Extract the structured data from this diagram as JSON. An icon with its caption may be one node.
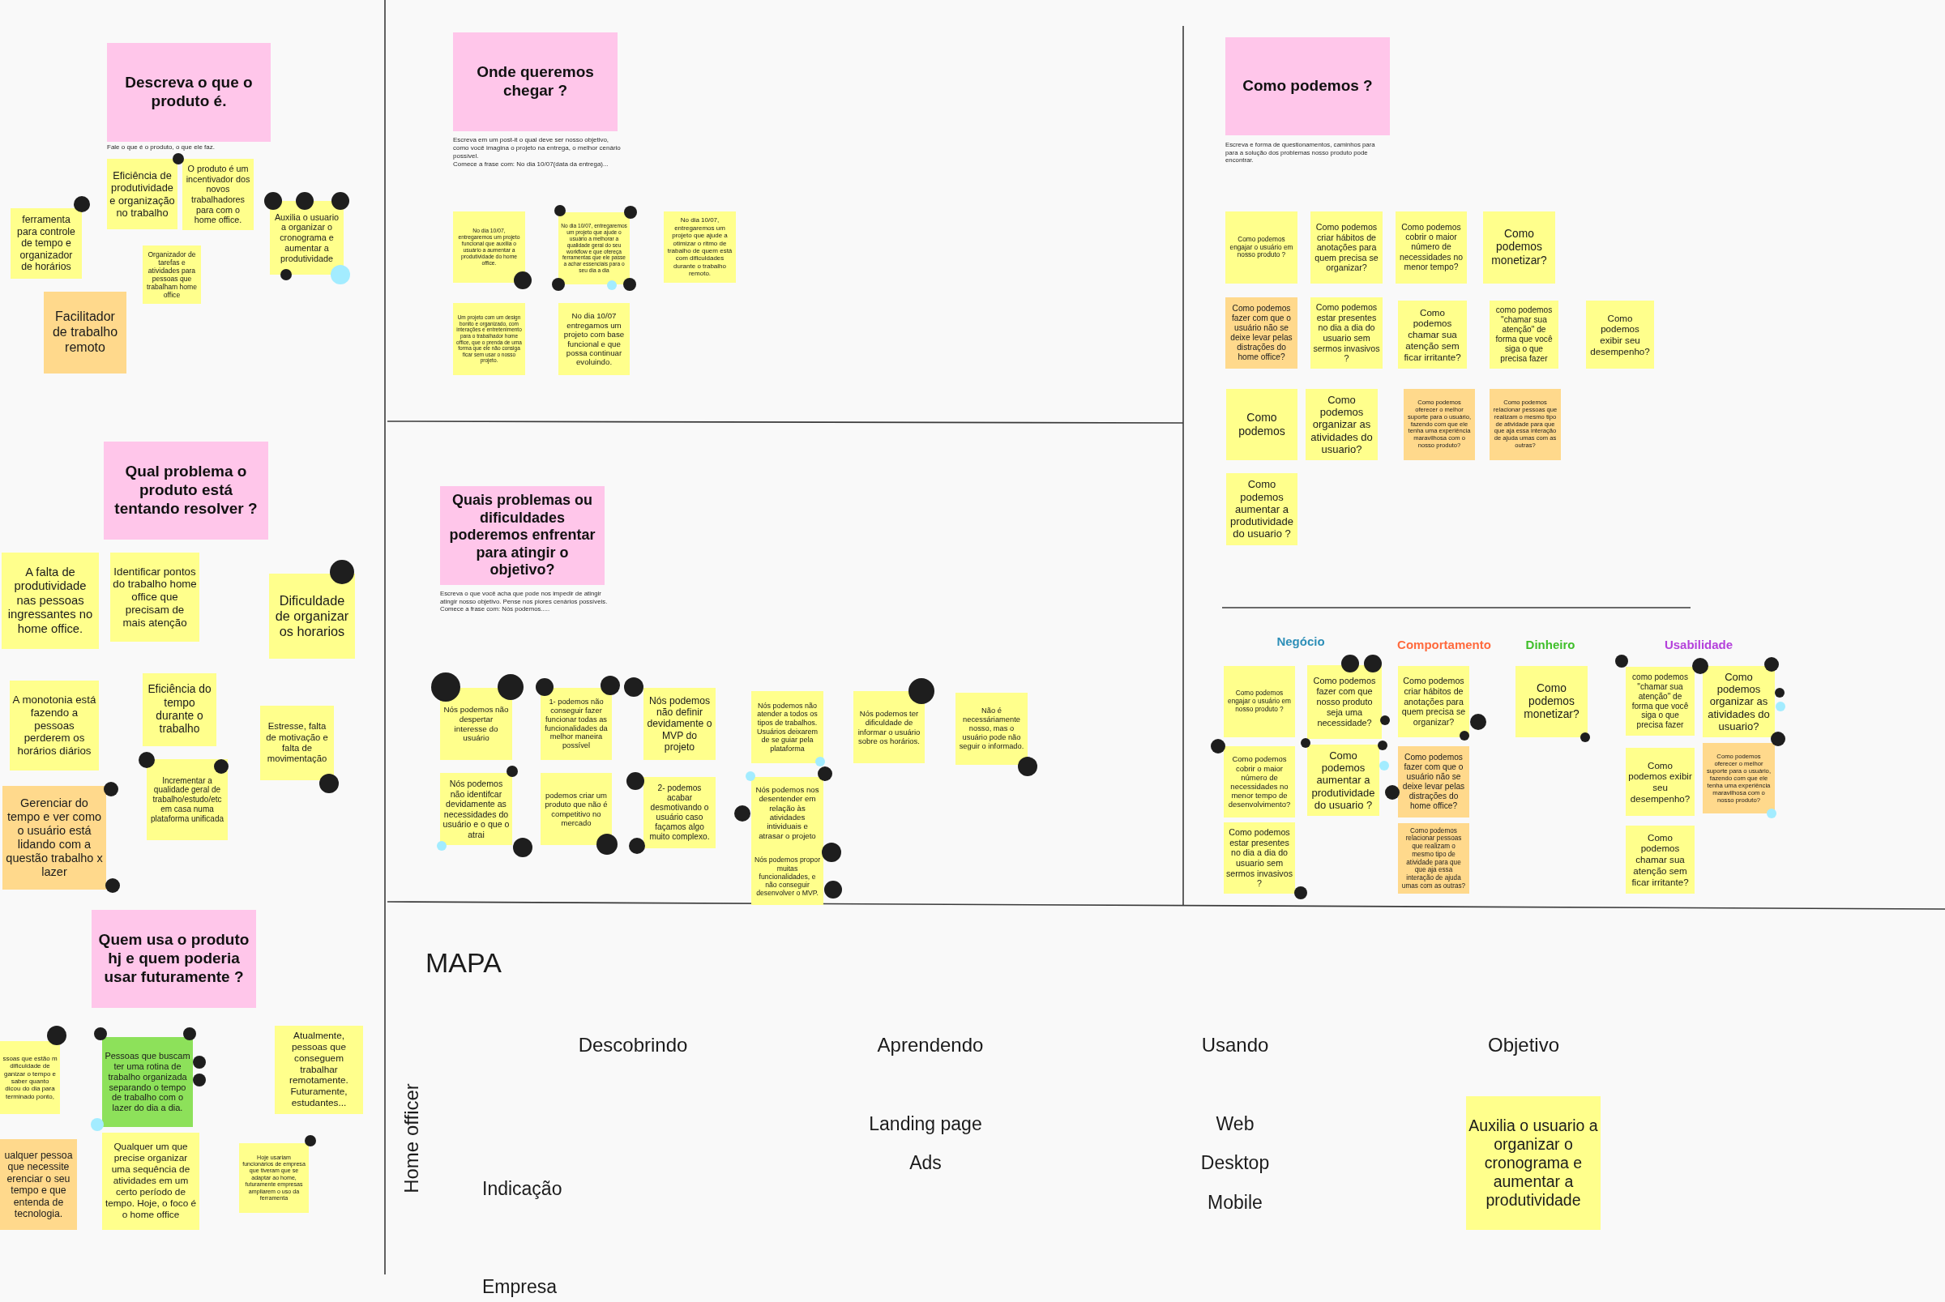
{
  "diagram": {
    "nodes": [
      {
        "text": [
          "Descreva o que o produto é."
        ],
        "beside": [
          "Fale o que é o produto, o que ele faz."
        ]
      },
      {
        "text": [
          "ferramenta para controle de tempo e organizador de horários"
        ]
      },
      {
        "text": [
          "Eficiência de produtividade e organização no trabalho"
        ]
      },
      {
        "text": [
          "O produto é um incentivador dos novos trabalhadores para com o home office."
        ]
      },
      {
        "text": [
          "Auxilia o usuario a organizar o cronograma e aumentar a produtividade"
        ]
      },
      {
        "text": [
          "Organizador de tarefas e atividades para pessoas que trabalham home office"
        ]
      },
      {
        "text": [
          "Facilitador de trabalho remoto"
        ]
      },
      {
        "text": [
          "Qual problema o produto está tentando resolver ?"
        ]
      },
      {
        "text": [
          "A falta de produtividade nas pessoas ingressantes no home office."
        ]
      },
      {
        "text": [
          "Identificar pontos do trabalho home office que precisam de mais atenção"
        ]
      },
      {
        "text": [
          "Dificuldade de organizar os horarios"
        ]
      },
      {
        "text": [
          "A monotonia está fazendo a pessoas perderem os horários diários"
        ]
      },
      {
        "text": [
          "Eficiência do tempo durante o trabalho"
        ]
      },
      {
        "text": [
          "Estresse, falta de motivação e falta de movimentação"
        ]
      },
      {
        "text": [
          "Incrementar a qualidade geral de trabalho/estudo/etc em casa numa plataforma unificada"
        ]
      },
      {
        "text": [
          "Gerenciar do tempo e ver como o usuário está lidando com a questão trabalho x lazer"
        ]
      },
      {
        "text": [
          "Quem usa o produto hj e quem poderia usar futuramente ?"
        ]
      },
      {
        "text": [
          "ssoas que estão m dificuldade de ganizar o tempo e saber quanto dicou do dia para terminado ponto,"
        ]
      },
      {
        "text": [
          "Pessoas que buscam ter uma rotina de trabalho organizada separando o tempo de trabalho com o lazer do dia a dia."
        ]
      },
      {
        "text": [
          "Atualmente, pessoas que conseguem trabalhar remotamente. Futuramente, estudantes..."
        ]
      },
      {
        "text": [
          "ualquer pessoa que necessite erenciar o seu tempo e que entenda de tecnologia."
        ]
      },
      {
        "text": [
          "Qualquer um que precise organizar uma sequência de atividades em um certo período de tempo. Hoje, o foco é o home office"
        ]
      },
      {
        "text": [
          "Hoje usariam funcionários de empresa que tiveram que se adaptar ao home, futuramente empresas ampliarem o uso da ferramenta"
        ]
      },
      {
        "text": [
          "Onde queremos chegar ?"
        ],
        "beside": [
          "Escreva em um post-it o qual deve ser nosso objetivo, como você imagina o projeto na entrega, o melhor cenário possível.",
          "Comece a frase com: No dia 10/07(data da entrega)..."
        ]
      },
      {
        "text": [
          "No dia 10/07, entregaremos um projeto funcional que auxilia o usuário a aumentar a produtividade do home office."
        ]
      },
      {
        "text": [
          "No dia 10/07, entregaremos um projeto que ajude o usuário a melhorar a qualidade geral do seu workflow e que ofereça ferramentas que ele passe a achar essenciais para o seu dia a dia"
        ]
      },
      {
        "text": [
          "No dia 10/07, entregaremos um projeto que ajude a otimizar o ritmo de trabalho de quem está com dificuldades durante o trabalho remoto."
        ]
      },
      {
        "text": [
          "Um projeto com um design bonito e organizado, com interações e entretenimento para o trabalhador home office, que o prenda de uma forma que ele não consiga ficar sem usar o nosso projeto."
        ]
      },
      {
        "text": [
          "No dia 10/07 entregamos um projeto com base funcional e que possa continuar evoluindo."
        ]
      },
      {
        "text": [
          "Quais problemas ou dificuldades poderemos enfrentar para atingir o objetivo?"
        ],
        "beside": [
          "Escreva o que você acha que pode nos impedir de atingir atingir nosso objetivo. Pense nos piores cenários possíveis.",
          "Comece a frase com: Nós podemos....."
        ]
      },
      {
        "text": [
          "Nós podemos não despertar interesse do usuário"
        ]
      },
      {
        "text": [
          "1- podemos não conseguir fazer funcionar todas as funcionalidades da melhor maneira possível"
        ]
      },
      {
        "text": [
          "Nós podemos não definir devidamente o MVP do projeto"
        ]
      },
      {
        "text": [
          "Nós podemos não atender a todos os tipos de trabalhos. Usuários deixarem de se guiar pela plataforma"
        ]
      },
      {
        "text": [
          "Nós podemos ter dificuldade de informar o usuário sobre os horários."
        ]
      },
      {
        "text": [
          "Não é necessáriamente nosso, mas o usuário pode não seguir o informado."
        ]
      },
      {
        "text": [
          "Nós podemos não identifcar devidamente as necessidades do usuário e o que o atrai"
        ]
      },
      {
        "text": [
          "podemos criar um produto que não é competitivo no mercado"
        ]
      },
      {
        "text": [
          "2- podemos acabar desmotivando o usuário caso façamos algo muito complexo."
        ]
      },
      {
        "text": [
          "Nós podemos nos desentender em relação às atividades intividuais e atrasar o projeto"
        ]
      },
      {
        "text": [
          "Nós podemos propor muitas funcionalidades, e não conseguir desenvolver o MVP."
        ]
      },
      {
        "text": [
          "Como podemos ?"
        ],
        "beside": [
          "Escreva e forma de questionamentos, caminhos para para a solução dos problemas nosso produto pode encontrar."
        ]
      },
      {
        "text": [
          "Como podemos engajar o usuário em nosso produto ?"
        ]
      },
      {
        "text": [
          "Como podemos criar hábitos de anotações para quem precisa se organizar?"
        ]
      },
      {
        "text": [
          "Como podemos cobrir o maior número de necessidades no menor tempo?"
        ]
      },
      {
        "text": [
          "Como podemos monetizar?"
        ]
      },
      {
        "text": [
          "Como podemos fazer com que o usuário não se deixe levar pelas distrações do home office?"
        ]
      },
      {
        "text": [
          "Como podemos estar presentes no dia a dia do usuario sem sermos invasivos ?"
        ]
      },
      {
        "text": [
          "Como podemos chamar sua atenção sem ficar irritante?"
        ]
      },
      {
        "text": [
          "como podemos \"chamar sua atenção\" de forma que você siga o que precisa fazer"
        ]
      },
      {
        "text": [
          "Como podemos exibir seu desempenho?"
        ]
      },
      {
        "text": [
          "Como podemos"
        ]
      },
      {
        "text": [
          "Como podemos organizar as atividades do usuario?"
        ]
      },
      {
        "text": [
          "Como podemos oferecer o melhor suporte para o usuário, fazendo com que ele tenha uma experiência maravilhosa com o nosso produto?"
        ]
      },
      {
        "text": [
          "Como podemos relacionar pessoas que realizam o mesmo tipo de atividade para que que aja essa interação de ajuda umas com as outras?"
        ]
      },
      {
        "text": [
          "Como podemos aumentar a produtividade do usuario ?"
        ]
      },
      {
        "text": [
          "Como podemos engajar o usuário em nosso produto ?"
        ]
      },
      {
        "text": [
          "Como podemos fazer com que nosso produto seja uma necessidade?"
        ]
      },
      {
        "text": [
          "Como podemos criar hábitos de anotações para quem precisa se organizar?"
        ]
      },
      {
        "text": [
          "Como podemos monetizar?"
        ]
      },
      {
        "text": [
          "como podemos \"chamar sua atenção\" de forma que você siga o que precisa fazer"
        ]
      },
      {
        "text": [
          "Como podemos organizar as atividades do usuario?"
        ]
      },
      {
        "text": [
          "Como podemos cobrir o maior número de necessidades no menor tempo de desenvolvimento?"
        ]
      },
      {
        "text": [
          "Como podemos aumentar a produtividade do usuario ?"
        ]
      },
      {
        "text": [
          "Como podemos fazer com que o usuário não se deixe levar pelas distrações do home office?"
        ]
      },
      {
        "text": [
          "Como podemos exibir seu desempenho?"
        ]
      },
      {
        "text": [
          "Como podemos oferecer o melhor suporte para o usuário, fazendo com que ele tenha uma experiência maravilhosa com o nosso produto?"
        ]
      },
      {
        "text": [
          "Como podemos estar presentes no dia a dia do usuario sem sermos invasivos ?"
        ]
      },
      {
        "text": [
          "Como podemos relacionar pessoas que realizam o mesmo tipo de atividade para que que aja essa interação de ajuda umas com as outras?"
        ]
      },
      {
        "text": [
          "Como podemos chamar sua atenção sem ficar irritante?"
        ]
      },
      {
        "text": [
          "Auxilia o usuario a organizar o cronograma e aumentar a produtividade"
        ]
      }
    ],
    "labels": [
      "Negócio",
      "Comportamento",
      "Dinheiro",
      "Usabilidade",
      "MAPA",
      "Descobrindo",
      "Aprendendo",
      "Usando",
      "Objetivo",
      "Home officer",
      "Landing page",
      "Web",
      "Ads",
      "Desktop",
      "Indicação",
      "Mobile",
      "Empresa"
    ]
  }
}
